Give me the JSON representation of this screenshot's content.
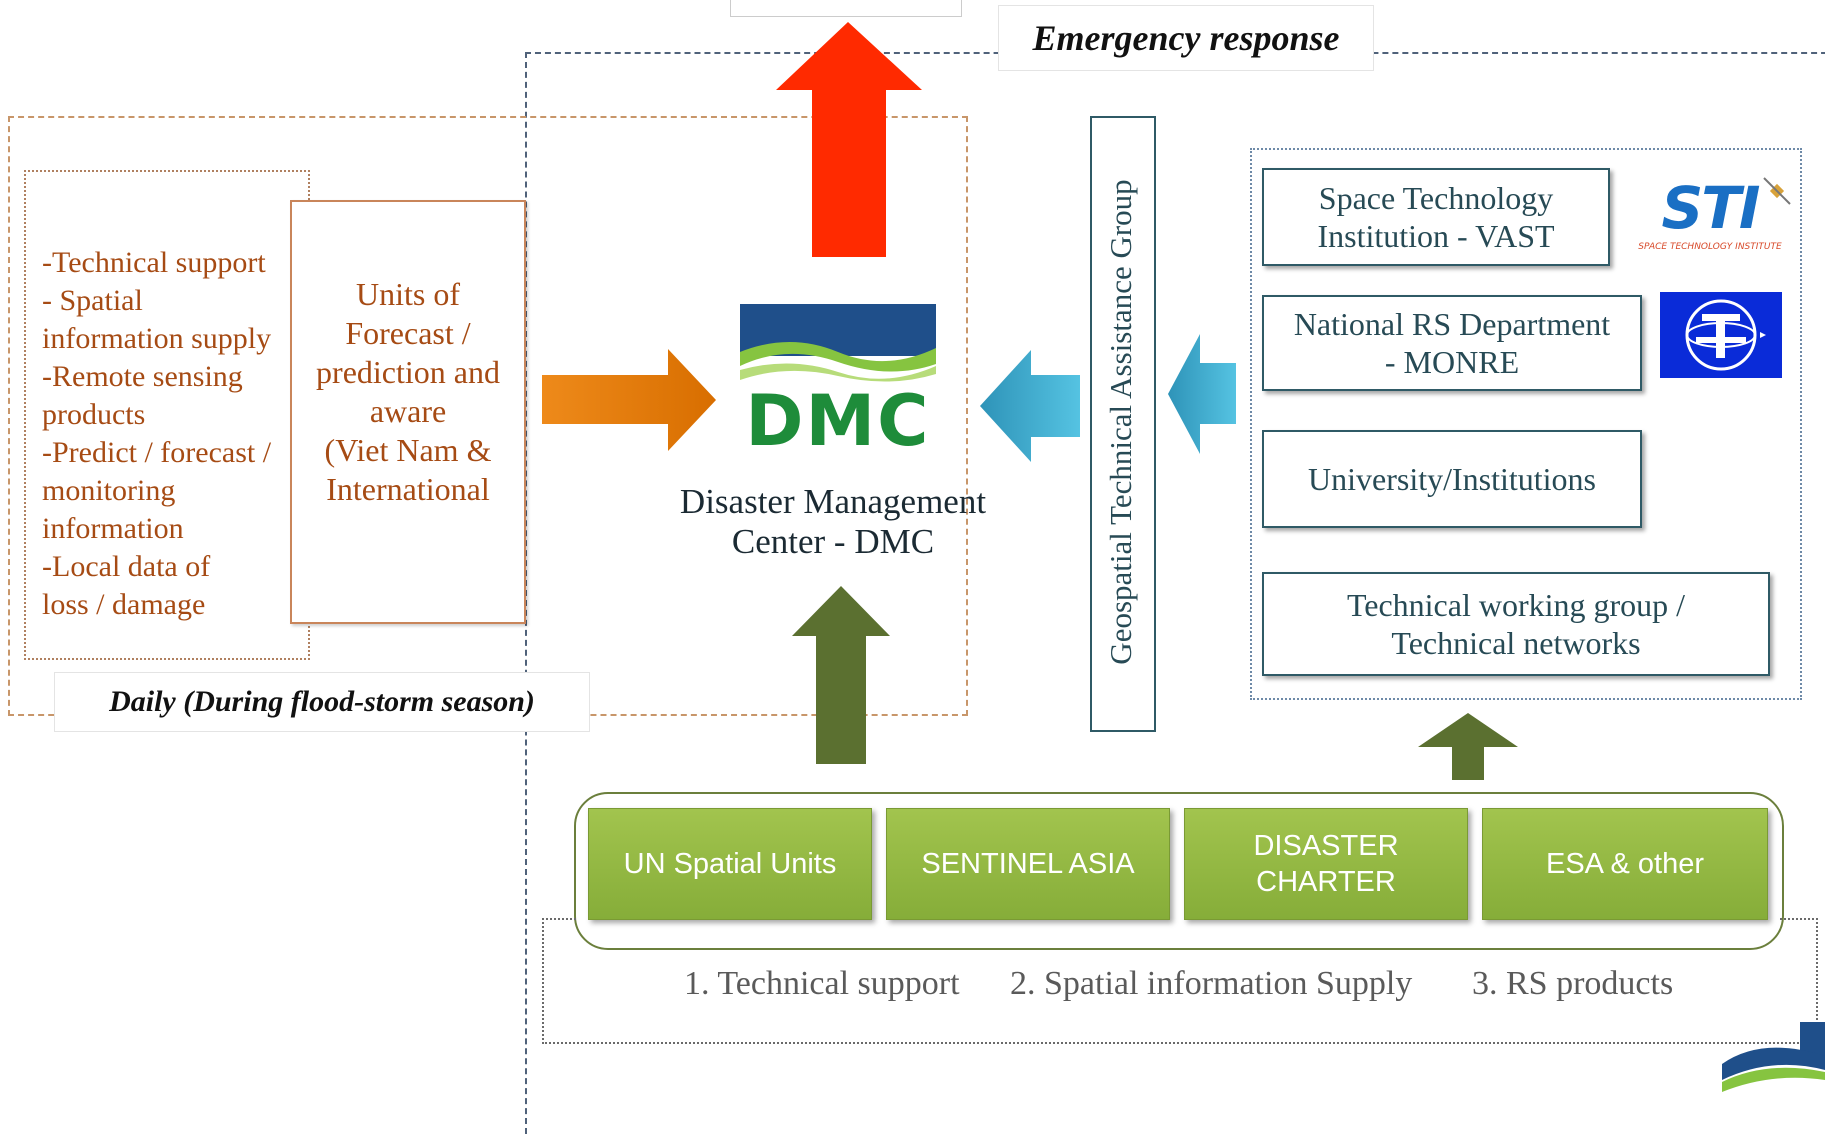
{
  "title": "Emergency response",
  "daily_label": "Daily (During flood-storm season)",
  "left_list": [
    "-Technical support",
    "- Spatial",
    "information supply",
    "-Remote sensing",
    "products",
    "-Predict / forecast /",
    "monitoring",
    "information",
    "-Local data of",
    "loss / damage"
  ],
  "units_box": [
    "Units of",
    "Forecast /",
    "prediction and",
    "aware",
    "(Viet Nam &",
    "International"
  ],
  "dmc": {
    "logo_text": "DMC",
    "caption": [
      "Disaster Management",
      "Center - DMC"
    ]
  },
  "vertical_group": "Geospatial Technical Assistance Group",
  "institutions": [
    [
      "Space Technology",
      "Institution - VAST"
    ],
    [
      "National RS Department",
      "- MONRE"
    ],
    [
      "University/Institutions"
    ],
    [
      "Technical working group /",
      "Technical networks"
    ]
  ],
  "sti_logo": {
    "text": "STI",
    "subtitle": "SPACE TECHNOLOGY INSTITUTE"
  },
  "providers": [
    [
      "UN Spatial Units"
    ],
    [
      "SENTINEL ASIA"
    ],
    [
      "DISASTER",
      "CHARTER"
    ],
    [
      "ESA & other"
    ]
  ],
  "support_items": [
    "1. Technical support",
    "2. Spatial information Supply",
    "3. RS products"
  ],
  "colors": {
    "red_arrow": "#ff2a00",
    "orange_arrow": "#e57c00",
    "blue_arrow": "#3bb3d4",
    "green_arrow": "#5b7030",
    "dmc_blue": "#1f4f8a",
    "dmc_green": "#1e8c3a",
    "provider_green": "#95b944"
  }
}
